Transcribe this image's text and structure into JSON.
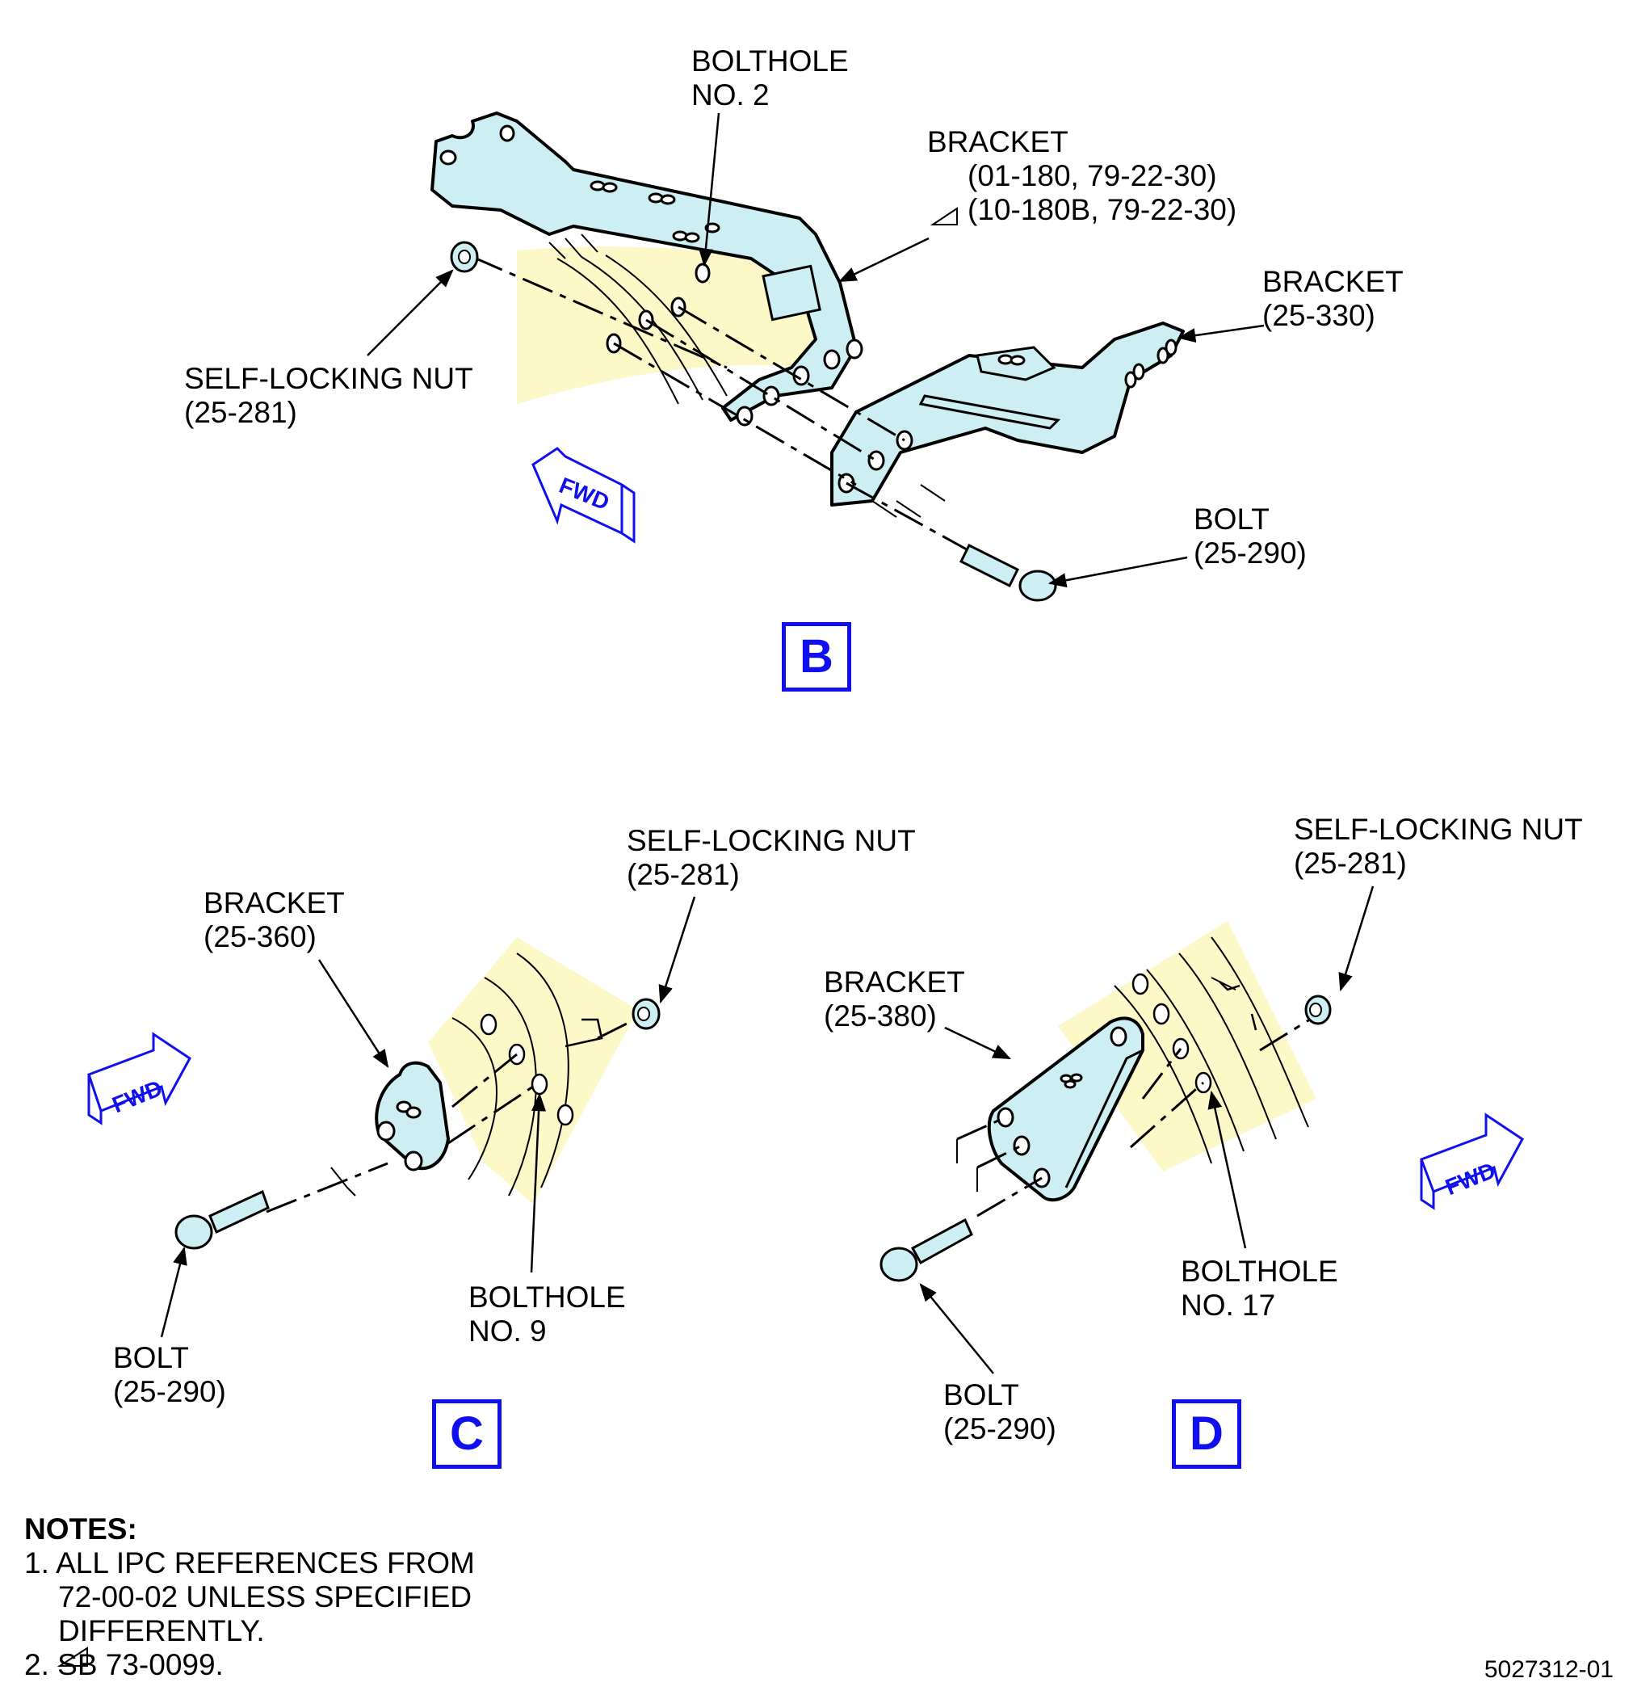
{
  "views": {
    "B": {
      "letter": "B",
      "bolthole": [
        "BOLTHOLE",
        "NO. 2"
      ],
      "bracket_main": [
        "BRACKET",
        "(01-180, 79-22-30)",
        "(10-180B, 79-22-30)"
      ],
      "bracket_right": [
        "BRACKET",
        "(25-330)"
      ],
      "nut": [
        "SELF-LOCKING NUT",
        "(25-281)"
      ],
      "bolt": [
        "BOLT",
        "(25-290)"
      ],
      "fwd": "FWD"
    },
    "C": {
      "letter": "C",
      "bracket": [
        "BRACKET",
        "(25-360)"
      ],
      "nut": [
        "SELF-LOCKING NUT",
        "(25-281)"
      ],
      "bolthole": [
        "BOLTHOLE",
        "NO. 9"
      ],
      "bolt": [
        "BOLT",
        "(25-290)"
      ],
      "fwd": "FWD"
    },
    "D": {
      "letter": "D",
      "bracket": [
        "BRACKET",
        "(25-380)"
      ],
      "nut": [
        "SELF-LOCKING NUT",
        "(25-281)"
      ],
      "bolthole": [
        "BOLTHOLE",
        "NO. 17"
      ],
      "bolt": [
        "BOLT",
        "(25-290)"
      ],
      "fwd": "FWD"
    }
  },
  "notes": {
    "heading": "NOTES:",
    "n1": [
      "1. ALL IPC REFERENCES FROM",
      "72-00-02 UNLESS SPECIFIED",
      "DIFFERENTLY."
    ],
    "n2": "2.  SB 73-0099."
  },
  "figure_number": "5027312-01",
  "colors": {
    "part_fill": "#cdeef2",
    "case_fill": "#fdf8c8",
    "view_blue": "#1010ee",
    "line": "#000000"
  }
}
